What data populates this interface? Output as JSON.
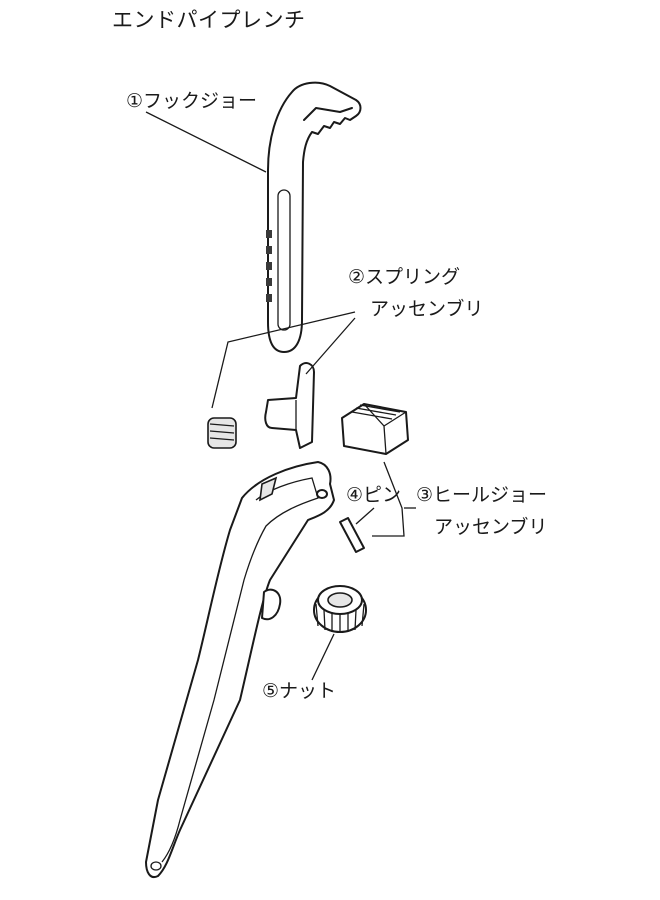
{
  "title": "エンドパイプレンチ",
  "parts": [
    {
      "number": "①",
      "name": "フックジョー"
    },
    {
      "number": "②",
      "name_line1": "スプリング",
      "name_line2": "アッセンブリ"
    },
    {
      "number": "③",
      "name_line1": "ヒールジョー",
      "name_line2": "アッセンブリ"
    },
    {
      "number": "④",
      "name": "ピン"
    },
    {
      "number": "⑤",
      "name": "ナット"
    }
  ],
  "colors": {
    "line": "#1a1a1a",
    "shade": "#e6e6e6",
    "background": "#ffffff"
  }
}
